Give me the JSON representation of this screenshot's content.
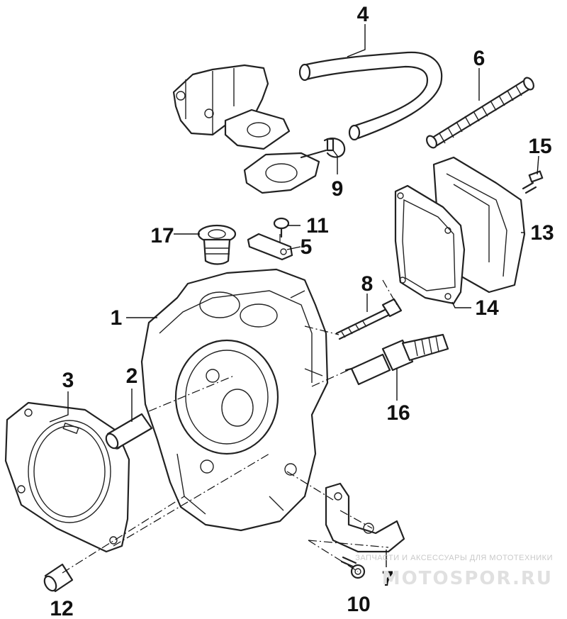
{
  "callouts": [
    {
      "id": "1",
      "label": "1"
    },
    {
      "id": "2",
      "label": "2"
    },
    {
      "id": "3",
      "label": "3"
    },
    {
      "id": "4",
      "label": "4"
    },
    {
      "id": "5",
      "label": "5"
    },
    {
      "id": "6",
      "label": "6"
    },
    {
      "id": "7",
      "label": "7"
    },
    {
      "id": "8",
      "label": "8"
    },
    {
      "id": "9",
      "label": "9"
    },
    {
      "id": "10",
      "label": "10"
    },
    {
      "id": "11",
      "label": "11"
    },
    {
      "id": "12",
      "label": "12"
    },
    {
      "id": "13",
      "label": "13"
    },
    {
      "id": "14",
      "label": "14"
    },
    {
      "id": "15",
      "label": "15"
    },
    {
      "id": "16",
      "label": "16"
    },
    {
      "id": "17",
      "label": "17"
    }
  ],
  "watermark": {
    "tagline": "ЗАПЧАСТИ И АКСЕССУАРЫ ДЛЯ МОТОТЕХНИКИ",
    "logo": "MOTOSPOR.RU"
  }
}
